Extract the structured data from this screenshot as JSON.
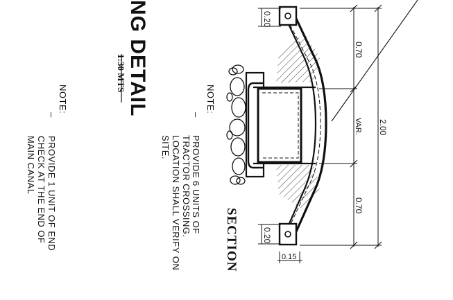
{
  "title_partial": "NG DETAIL",
  "scale": "1:30 MTS",
  "section_label": "SECTION",
  "note_left": {
    "heading": "NOTE:",
    "bullet": "–",
    "lines": [
      "PROVIDE 1 UNIT OF END",
      "CHECK AT THE END OF",
      "MAIN CANAL"
    ]
  },
  "note_center": {
    "heading": "NOTE:",
    "bullet": "–",
    "lines": [
      "PROVIDE 6 UNITS OF",
      "TRACTOR CROSSING.",
      "LOCATION SHALL VERIFY ON",
      "SITE."
    ]
  },
  "dimensions": {
    "top_end": "0.20",
    "top_run": "0.70",
    "middle": "VAR.",
    "total": "2.00",
    "bottom_run": "0.70",
    "bottom_end": "0.20",
    "thickness": "0.15"
  },
  "colors": {
    "ink": "#111111",
    "background": "#ffffff"
  }
}
